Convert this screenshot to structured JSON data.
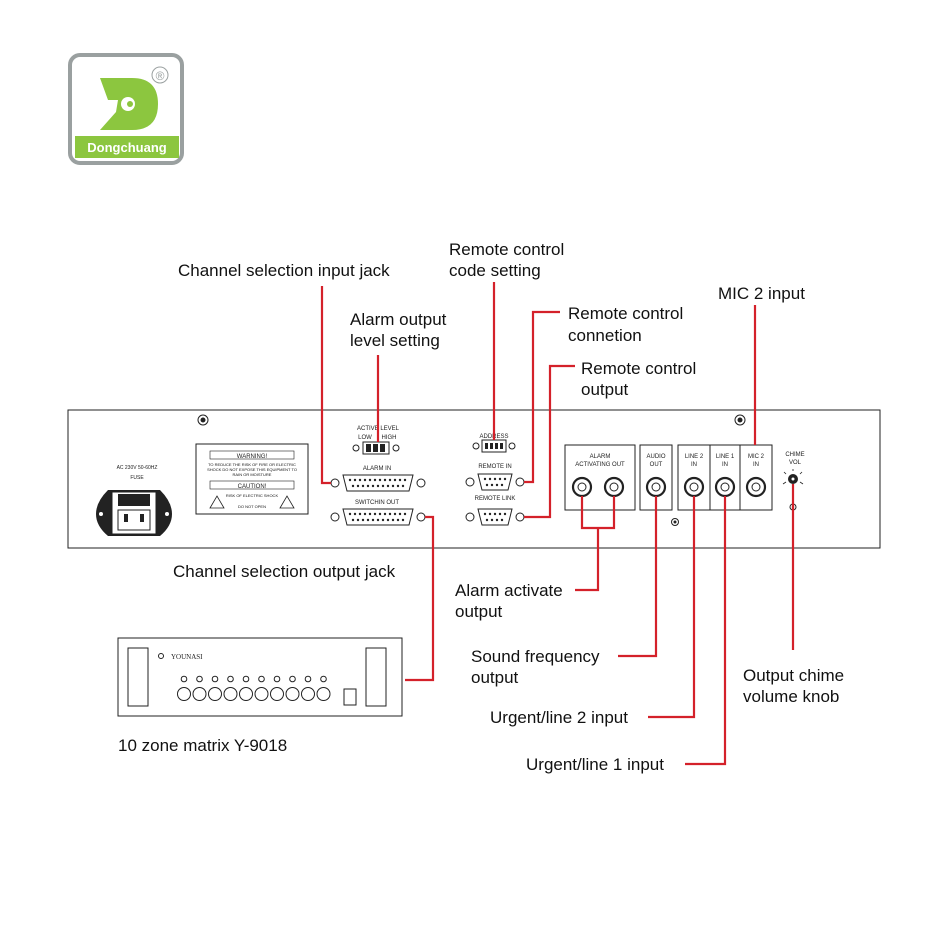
{
  "brand": {
    "name": "Dongchuang",
    "registered_mark": "®",
    "colors": {
      "green": "#8cc63f",
      "gray": "#9aa0a0"
    }
  },
  "callouts": {
    "channel_input": "Channel selection input jack",
    "alarm_level": [
      "Alarm output",
      "level setting"
    ],
    "remote_code": [
      "Remote control",
      "code setting"
    ],
    "remote_connection": [
      "Remote control",
      "connetion"
    ],
    "remote_output": [
      "Remote control",
      "output"
    ],
    "mic2": "MIC 2 input",
    "channel_output": "Channel selection output jack",
    "alarm_activate": [
      "Alarm activate",
      "output"
    ],
    "sound_frequency": [
      "Sound frequency",
      "output"
    ],
    "urgent2": "Urgent/line 2 input",
    "urgent1": "Urgent/line 1 input",
    "chime": [
      "Output chime",
      "volume knob"
    ],
    "matrix": "10 zone matrix  Y-9018"
  },
  "panel_labels": {
    "ac": "AC 230V 50-60HZ",
    "fuse": "FUSE",
    "warning": "WARNING!",
    "warning_text": [
      "TO REDUCE THE RISK OF FIRE OR ELECTRIC",
      "SHOCK DO NOT EXPOSE THIS EQUIPMENT TO",
      "RAIN OR MOISTURE"
    ],
    "caution": "CAUTION!",
    "caution_text": [
      "RISK OF ELECTRIC SHOCK",
      "DO NOT OPEN"
    ],
    "active_level": "ACTIVE LEVEL",
    "low": "LOW",
    "high": "HIGH",
    "alarm_in": "ALARM IN",
    "switchin_out": "SWITCHIN OUT",
    "address": "ADDRESS",
    "remote_in": "REMOTE IN",
    "remote_link": "REMOTE LINK",
    "alarm_out": [
      "ALARM",
      "ACTIVATING OUT"
    ],
    "audio_out": [
      "AUDIO",
      "OUT"
    ],
    "line2_in": [
      "LINE 2",
      "IN"
    ],
    "line1_in": [
      "LINE 1",
      "IN"
    ],
    "mic2_in": [
      "MIC 2",
      "IN"
    ],
    "chime_vol": [
      "CHIME",
      "VOL"
    ]
  },
  "matrix_device": {
    "brand_text": "YOUNASI",
    "led_count": 10,
    "button_count": 10
  }
}
